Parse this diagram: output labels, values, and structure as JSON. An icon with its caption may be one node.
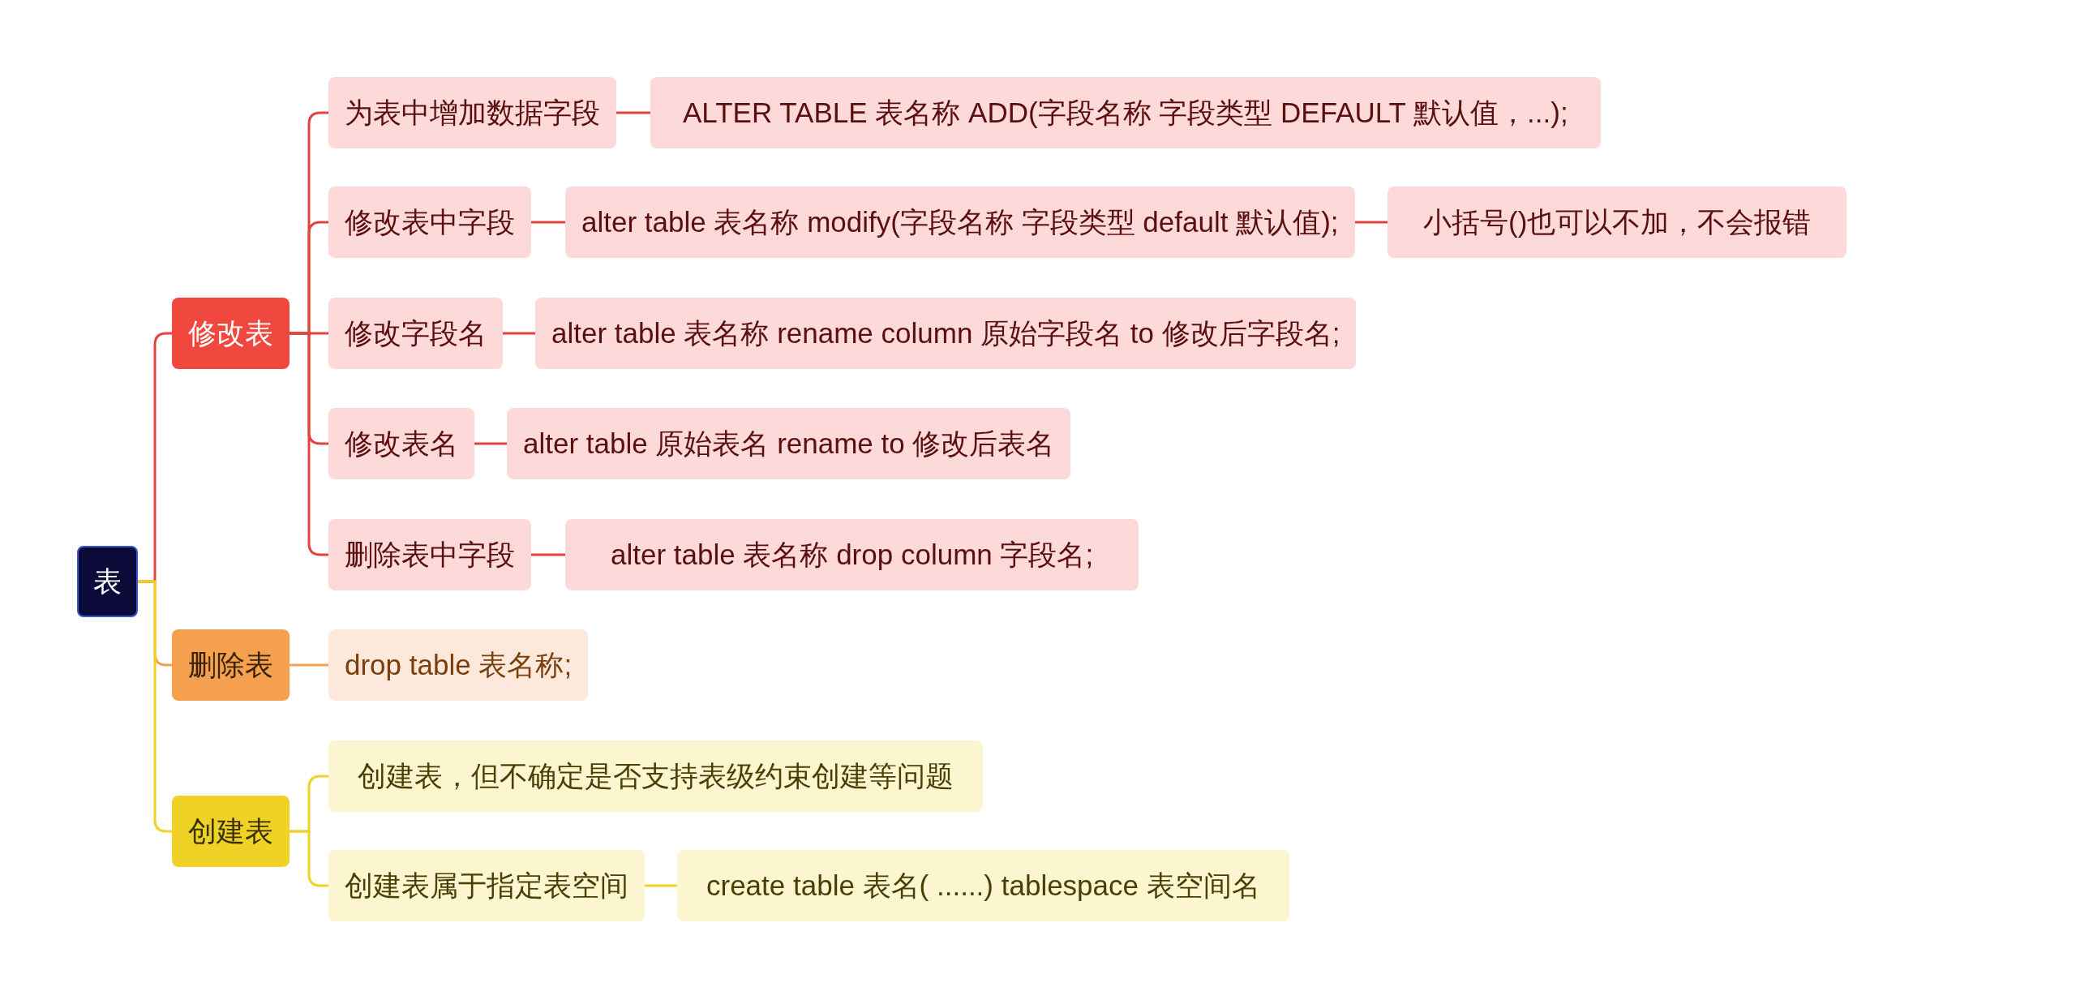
{
  "diagram": {
    "nodes": [
      {
        "text": [
          "表"
        ]
      },
      {
        "text": [
          "修改表"
        ]
      },
      {
        "text": [
          "为表中增加数据字段"
        ]
      },
      {
        "text": [
          "ALTER TABLE 表名称 ADD(字段名称 字段类型 DEFAULT 默认值，...);"
        ]
      },
      {
        "text": [
          "修改表中字段"
        ]
      },
      {
        "text": [
          "alter table 表名称 modify(字段名称 字段类型 default 默认值);"
        ]
      },
      {
        "text": [
          "小括号()也可以不加，不会报错"
        ]
      },
      {
        "text": [
          "修改字段名"
        ]
      },
      {
        "text": [
          "alter table 表名称 rename column 原始字段名 to 修改后字段名;"
        ]
      },
      {
        "text": [
          "修改表名"
        ]
      },
      {
        "text": [
          "alter table 原始表名 rename to 修改后表名"
        ]
      },
      {
        "text": [
          "删除表中字段"
        ]
      },
      {
        "text": [
          "alter table 表名称 drop column 字段名;"
        ]
      },
      {
        "text": [
          "删除表"
        ]
      },
      {
        "text": [
          "drop table 表名称;"
        ]
      },
      {
        "text": [
          "创建表"
        ]
      },
      {
        "text": [
          "创建表，但不确定是否支持表级约束创建等问题"
        ]
      },
      {
        "text": [
          "创建表属于指定表空间"
        ]
      },
      {
        "text": [
          "create table 表名( ......)  tablespace 表空间名"
        ]
      }
    ],
    "edges": [
      {
        "from": 0,
        "to": 1,
        "arrow": "none"
      },
      {
        "from": 0,
        "to": 13,
        "arrow": "none",
        "color": "#f5a04e"
      },
      {
        "from": 0,
        "to": 15,
        "arrow": "none",
        "color": "#f0d126"
      },
      {
        "from": 1,
        "to": 2,
        "arrow": "none"
      },
      {
        "from": 1,
        "to": 4,
        "arrow": "none"
      },
      {
        "from": 1,
        "to": 7,
        "arrow": "none"
      },
      {
        "from": 1,
        "to": 9,
        "arrow": "none"
      },
      {
        "from": 1,
        "to": 11,
        "arrow": "none"
      },
      {
        "from": 2,
        "to": 3,
        "arrow": "none"
      },
      {
        "from": 4,
        "to": 5,
        "arrow": "none"
      },
      {
        "from": 5,
        "to": 6,
        "arrow": "none"
      },
      {
        "from": 7,
        "to": 8,
        "arrow": "none"
      },
      {
        "from": 9,
        "to": 10,
        "arrow": "none"
      },
      {
        "from": 11,
        "to": 12,
        "arrow": "none"
      },
      {
        "from": 13,
        "to": 14,
        "arrow": "none",
        "color": "#f5a04e"
      },
      {
        "from": 15,
        "to": 16,
        "arrow": "none",
        "color": "#f0d126"
      },
      {
        "from": 15,
        "to": 17,
        "arrow": "none",
        "color": "#f0d126"
      },
      {
        "from": 17,
        "to": 18,
        "arrow": "none",
        "color": "#f0d126"
      }
    ]
  }
}
